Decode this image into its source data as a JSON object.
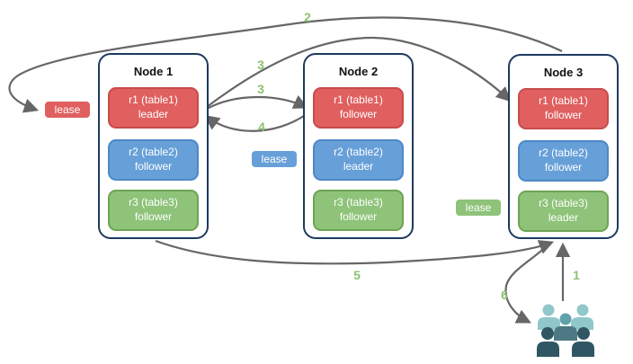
{
  "nodes": [
    {
      "title": "Node 1",
      "replicas": [
        {
          "name": "r1 (table1)",
          "role": "leader",
          "scheme": "red"
        },
        {
          "name": "r2 (table2)",
          "role": "follower",
          "scheme": "blue"
        },
        {
          "name": "r3 (table3)",
          "role": "follower",
          "scheme": "green"
        }
      ]
    },
    {
      "title": "Node 2",
      "replicas": [
        {
          "name": "r1 (table1)",
          "role": "follower",
          "scheme": "red"
        },
        {
          "name": "r2 (table2)",
          "role": "leader",
          "scheme": "blue"
        },
        {
          "name": "r3 (table3)",
          "role": "follower",
          "scheme": "green"
        }
      ]
    },
    {
      "title": "Node 3",
      "replicas": [
        {
          "name": "r1 (table1)",
          "role": "follower",
          "scheme": "red"
        },
        {
          "name": "r2 (table2)",
          "role": "follower",
          "scheme": "blue"
        },
        {
          "name": "r3 (table3)",
          "role": "leader",
          "scheme": "green"
        }
      ]
    }
  ],
  "leases": [
    {
      "label": "lease",
      "scheme": "red"
    },
    {
      "label": "lease",
      "scheme": "blue"
    },
    {
      "label": "lease",
      "scheme": "green"
    }
  ],
  "steps": {
    "s1": "1",
    "s2": "2",
    "s3": "3",
    "s4": "4",
    "s5": "5",
    "s6": "6"
  },
  "flows": [
    {
      "step": "1",
      "from": "client",
      "to": "node-3"
    },
    {
      "step": "2",
      "from": "node-3",
      "to": "lease-red-node-1"
    },
    {
      "step": "3",
      "from": "node-1-r1-leader",
      "to": "node-2-r1-follower"
    },
    {
      "step": "3",
      "from": "node-1-r1-leader",
      "to": "node-3-r1-follower"
    },
    {
      "step": "4",
      "from": "node-2-r1-follower",
      "to": "node-1-r1-leader"
    },
    {
      "step": "5",
      "from": "node-1",
      "to": "node-3"
    },
    {
      "step": "6",
      "from": "node-3",
      "to": "client"
    }
  ],
  "icons": {
    "client": "users-group-icon"
  },
  "colors": {
    "arrow": "#666666",
    "step_number": "#8dc172",
    "node_border": "#1e3a5f",
    "red_fill": "#e05f5f",
    "red_border": "#c84b4b",
    "blue_fill": "#67a0d8",
    "blue_border": "#4d88c6",
    "green_fill": "#8ec379",
    "green_border": "#6fa354",
    "client_light": "#8fc7ca",
    "client_medium": "#5fa2ab",
    "client_mid_dark": "#4d7984",
    "client_dark": "#305663"
  }
}
